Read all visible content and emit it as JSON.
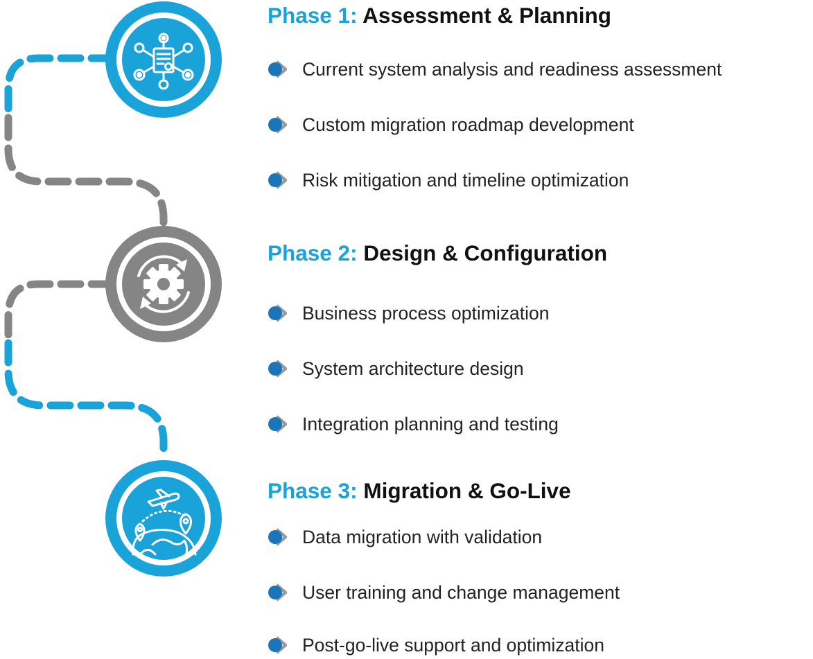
{
  "colors": {
    "blue": "#1aa3d9",
    "gray": "#858585",
    "bullet_blue": "#1a76b8",
    "bullet_gray": "#9a9a9a",
    "text": "#222222"
  },
  "phases": [
    {
      "number": "Phase 1:",
      "title": "Assessment & Planning",
      "icon": "network-document-icon",
      "items": [
        "Current system analysis and readiness assessment",
        "Custom migration roadmap development",
        "Risk mitigation and timeline optimization"
      ]
    },
    {
      "number": "Phase 2:",
      "title": "Design & Configuration",
      "icon": "gear-cycle-icon",
      "items": [
        "Business process optimization",
        "System architecture design",
        "Integration planning and testing"
      ]
    },
    {
      "number": "Phase 3:",
      "title": "Migration & Go-Live",
      "icon": "airplane-globe-icon",
      "items": [
        "Data migration with validation",
        "User training and change management",
        "Post-go-live support and optimization"
      ]
    }
  ]
}
